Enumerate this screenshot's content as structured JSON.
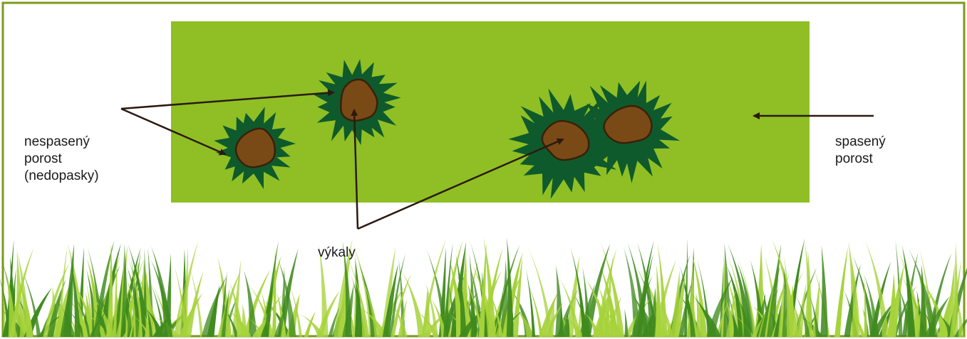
{
  "labels": {
    "ungrazed": [
      "nespasený",
      "porost",
      "(nedopasky)"
    ],
    "grazed": [
      "spasený",
      "porost"
    ],
    "feces": "výkaly"
  },
  "colors": {
    "frame": "#7a9a1c",
    "grazed_field": "#8fbf24",
    "ungrazed_patch": "#0f5a2c",
    "dung": "#7a4a16",
    "dung_outline": "#3a200a",
    "arrow": "#2b1a10",
    "grass_light": "#a6d23a",
    "grass_dark": "#3f8a1e"
  }
}
